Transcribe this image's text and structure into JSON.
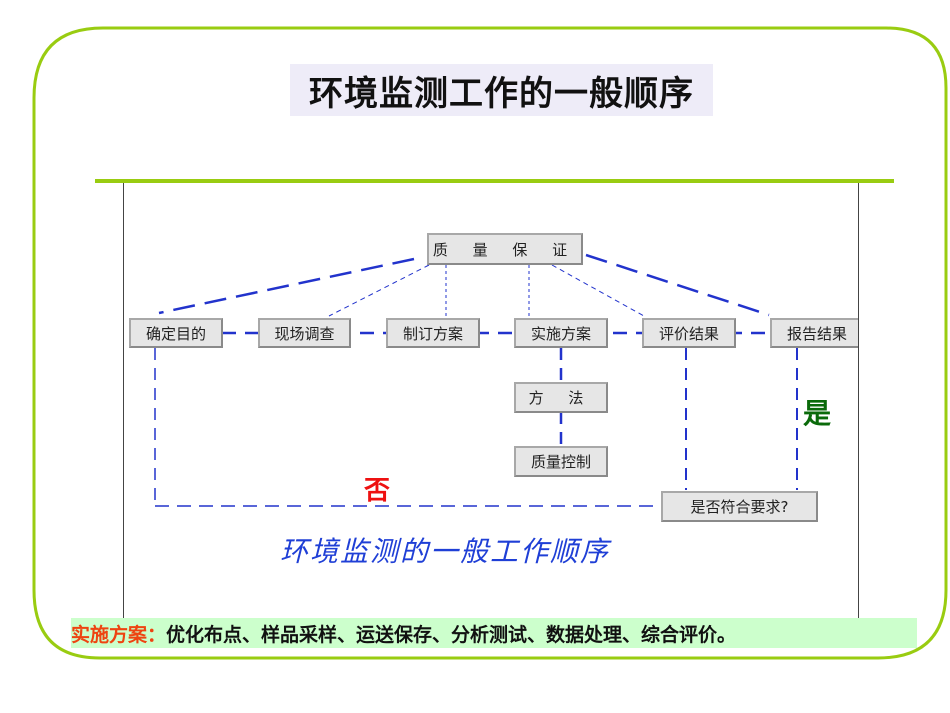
{
  "slide": {
    "title": "环境监测工作的一般顺序",
    "frame_color": "#99cc11"
  },
  "diagram": {
    "top_node": "质 量 保 证",
    "main_row": [
      "确定目的",
      "现场调查",
      "制订方案",
      "实施方案",
      "评价结果",
      "报告结果"
    ],
    "sub_nodes": [
      "方 法",
      "质量控制"
    ],
    "decision": "是否符合要求?",
    "yes_label": "是",
    "no_label": "否",
    "caption": "环境监测的一般工作顺序",
    "line_color": "#2233cc"
  },
  "banner": {
    "key": "实施方案：",
    "value": "优化布点、样品采样、运送保存、分析测试、数据处理、综合评价。"
  }
}
